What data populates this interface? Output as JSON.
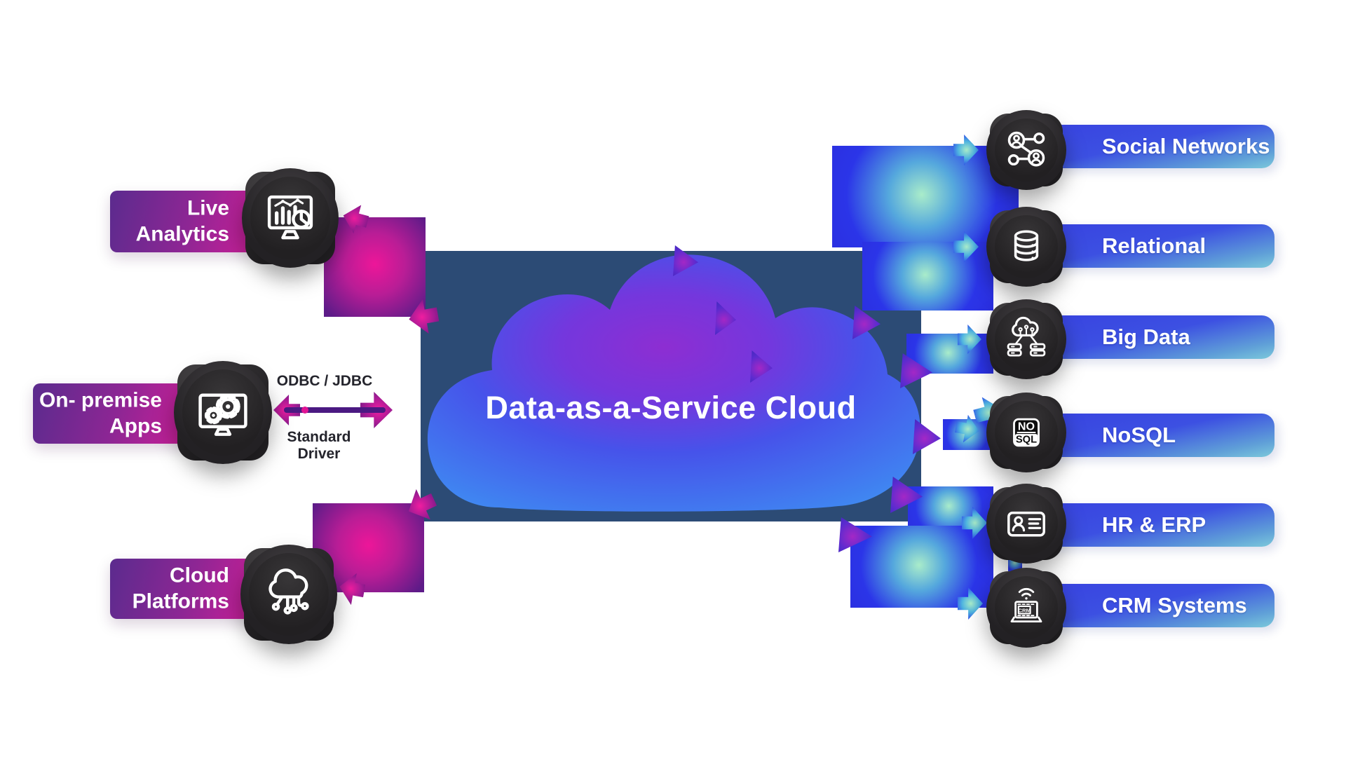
{
  "title": "Data-as-a-Service Cloud",
  "left_sources": [
    {
      "line1": "Live",
      "line2": "Analytics",
      "icon": "analytics-monitor-icon"
    },
    {
      "line1": "On- premise",
      "line2": "Apps",
      "icon": "gears-monitor-icon"
    },
    {
      "line1": "Cloud",
      "line2": "Platforms",
      "icon": "cloud-network-icon"
    }
  ],
  "connector": {
    "top_label": "ODBC / JDBC",
    "bottom_label": "Standard Driver"
  },
  "right_targets": [
    {
      "label": "Social Networks",
      "icon": "social-network-icon"
    },
    {
      "label": "Relational",
      "icon": "relational-database-icon"
    },
    {
      "label": "Big Data",
      "icon": "big-data-icon"
    },
    {
      "label": "NoSQL",
      "icon": "nosql-icon",
      "icon_text_top": "NO",
      "icon_text_bottom": "SQL"
    },
    {
      "label": "HR & ERP",
      "icon": "hr-erp-card-icon"
    },
    {
      "label": "CRM Systems",
      "icon": "crm-laptop-icon",
      "icon_text": "CRM"
    }
  ],
  "colors": {
    "left_pill_start": "#5b2b8e",
    "left_pill_end": "#cb1f98",
    "right_pill_start": "#3843e0",
    "right_pill_end": "#7cc9db",
    "backdrop": "#2c4b75",
    "cloud_core": "#8d2ed2",
    "cloud_base": "#3f8bf2",
    "accent_magenta": "#ed1699",
    "accent_blue": "#2b35e8",
    "accent_green": "#a9ecca",
    "icon_box": "#2a282a",
    "connector_line": "#4b1982",
    "connector_text": "#24242c"
  }
}
